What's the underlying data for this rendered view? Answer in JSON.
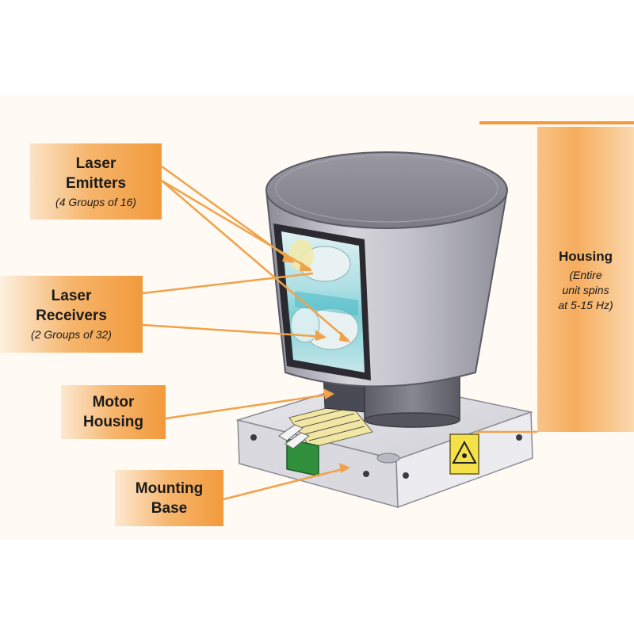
{
  "labels": {
    "emitters": {
      "title": "Laser\nEmitters",
      "sub": "(4 Groups of 16)"
    },
    "receivers": {
      "title": "Laser\nReceivers",
      "sub": "(2 Groups of 32)"
    },
    "motor": {
      "title": "Motor\nHousing"
    },
    "mounting": {
      "title": "Mounting\nBase"
    },
    "housing": {
      "title": "Housing",
      "sub": "(Entire\nunit spins\nat 5-15 Hz)"
    }
  },
  "colors": {
    "accent_orange": "#f29a3c",
    "leader_line": "#f0a24a",
    "device_gray": "#bdbcc4",
    "window_teal": "#7fd0d6",
    "laser_sign_yellow": "#f4e14a",
    "connector_green": "#2f8f3a"
  }
}
